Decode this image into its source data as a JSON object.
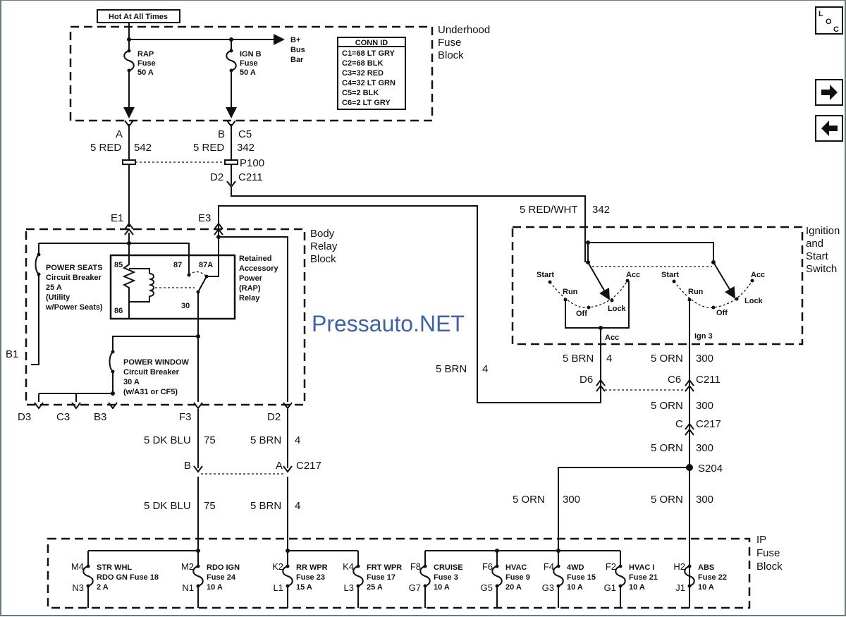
{
  "nav": {
    "loc_letters": [
      "L",
      "O",
      "C"
    ],
    "forward_icon": "arrow-right-icon",
    "back_icon": "arrow-left-icon"
  },
  "underhood": {
    "hot_label": "Hot At All Times",
    "title": [
      "Underhood",
      "Fuse",
      "Block"
    ],
    "bus": [
      "B+",
      "Bus",
      "Bar"
    ],
    "rap_fuse": [
      "RAP",
      "Fuse",
      "50 A"
    ],
    "ignb_fuse": [
      "IGN B",
      "Fuse",
      "50 A"
    ],
    "conn_id": {
      "header": "CONN ID",
      "rows": [
        "C1=68 LT GRY",
        "C2=68 BLK",
        "C3=32 RED",
        "C4=32 LT GRN",
        "C5=2 BLK",
        "C6=2 LT GRY"
      ]
    }
  },
  "wires": {
    "a": "A",
    "b_c5": [
      "B",
      "C5"
    ],
    "w542": [
      "5 RED",
      "542"
    ],
    "w342": [
      "5 RED",
      "342"
    ],
    "p100": "P100",
    "d2_c211": [
      "D2",
      "C211"
    ],
    "red_wht": [
      "5 RED/WHT",
      "342"
    ],
    "e1": "E1",
    "e3": "E3",
    "brn_long": [
      "5 BRN",
      "4"
    ],
    "b1": "B1",
    "d3": "D3",
    "c3": "C3",
    "b3": "B3",
    "f3": "F3",
    "d2": "D2",
    "dkblu_1": [
      "5 DK BLU",
      "75"
    ],
    "brn_1": [
      "5 BRN",
      "4"
    ],
    "c217_left": [
      "B",
      "A",
      "C217"
    ],
    "dkblu_2": [
      "5 DK BLU",
      "75"
    ],
    "brn_2": [
      "5 BRN",
      "4"
    ],
    "brn_acc": [
      "5 BRN",
      "4"
    ],
    "orn_1": [
      "5 ORN",
      "300"
    ],
    "d6": "D6",
    "c6_c211": [
      "C6",
      "C211"
    ],
    "orn_2": [
      "5 ORN",
      "300"
    ],
    "c_c217": [
      "C",
      "C217"
    ],
    "orn_3": [
      "5 ORN",
      "300"
    ],
    "s204": "S204",
    "orn_4": [
      "5 ORN",
      "300"
    ],
    "orn_5": [
      "5 ORN",
      "300"
    ]
  },
  "body_relay": {
    "title": [
      "Body",
      "Relay",
      "Block"
    ],
    "power_seats": [
      "POWER SEATS",
      "Circuit Breaker",
      "25 A",
      "(Utility",
      "w/Power Seats)"
    ],
    "power_window": [
      "POWER WINDOW",
      "Circuit Breaker",
      "30 A",
      "(w/A31 or CF5)"
    ],
    "relay_pins": [
      "85",
      "86",
      "87",
      "87A",
      "30"
    ],
    "relay_label": [
      "Retained",
      "Accessory",
      "Power",
      "(RAP)",
      "Relay"
    ]
  },
  "ignition": {
    "title": [
      "Ignition",
      "and",
      "Start",
      "Switch"
    ],
    "left_positions": [
      "Start",
      "Run",
      "Off",
      "Lock",
      "Acc"
    ],
    "right_positions": [
      "Start",
      "Run",
      "Off",
      "Lock",
      "Acc"
    ],
    "acc": "Acc",
    "ign3": "Ign 3"
  },
  "ip_fuse_block": {
    "title": [
      "IP",
      "Fuse",
      "Block"
    ],
    "fuses": [
      {
        "top": "M4",
        "bottom": "N3",
        "name": "STR WHL",
        "fuse": "RDO GN Fuse 18",
        "amps": "2 A"
      },
      {
        "top": "M2",
        "bottom": "N1",
        "name": "RDO IGN",
        "fuse": "Fuse 24",
        "amps": "10 A"
      },
      {
        "top": "K2",
        "bottom": "L1",
        "name": "RR WPR",
        "fuse": "Fuse 23",
        "amps": "15 A"
      },
      {
        "top": "K4",
        "bottom": "L3",
        "name": "FRT WPR",
        "fuse": "Fuse 17",
        "amps": "25 A"
      },
      {
        "top": "F8",
        "bottom": "G7",
        "name": "CRUISE",
        "fuse": "Fuse 3",
        "amps": "10 A"
      },
      {
        "top": "F6",
        "bottom": "G5",
        "name": "HVAC",
        "fuse": "Fuse 9",
        "amps": "20 A"
      },
      {
        "top": "F4",
        "bottom": "G3",
        "name": "4WD",
        "fuse": "Fuse 15",
        "amps": "10 A"
      },
      {
        "top": "F2",
        "bottom": "G1",
        "name": "HVAC I",
        "fuse": "Fuse 21",
        "amps": "10 A"
      },
      {
        "top": "H2",
        "bottom": "J1",
        "name": "ABS",
        "fuse": "Fuse 22",
        "amps": "10 A"
      }
    ]
  },
  "watermark": "Pressauto.NET"
}
